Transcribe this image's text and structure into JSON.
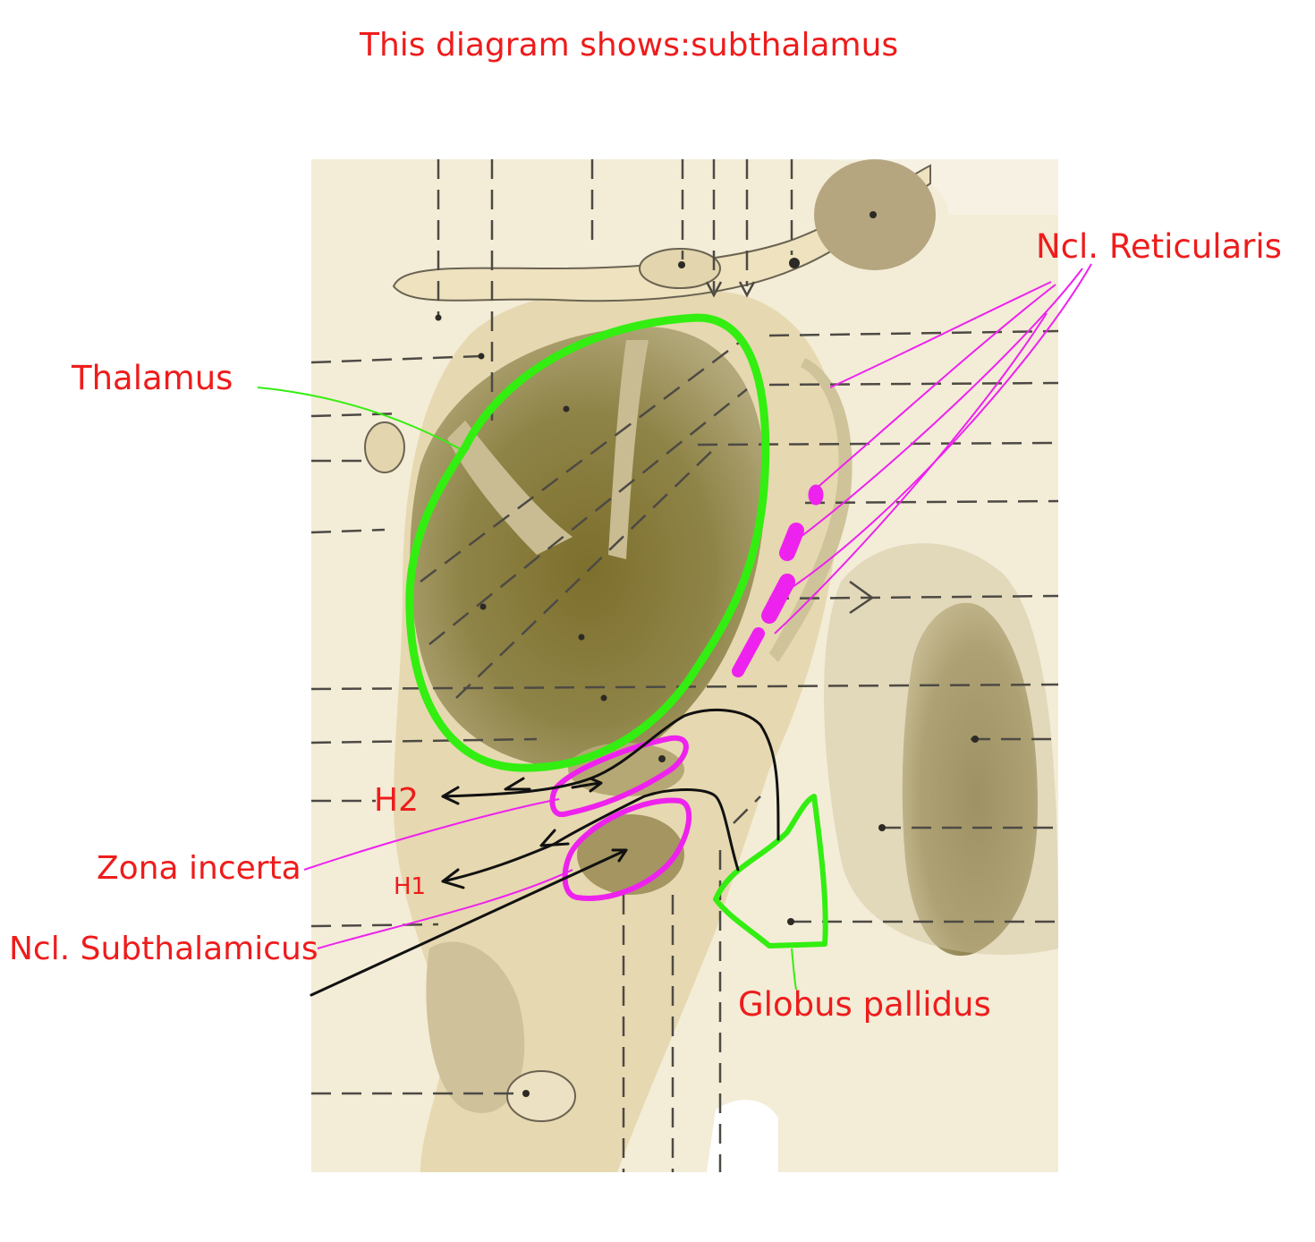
{
  "title": "This diagram shows:subthalamus",
  "labels": {
    "thalamus": "Thalamus",
    "reticularis": "Ncl. Reticularis",
    "h2": "H2",
    "h1": "H1",
    "zona_incerta": "Zona incerta",
    "subthalamicus": "Ncl. Subthalamicus",
    "globus_pallidus": "Globus pallidus"
  },
  "colors": {
    "label_text": "#ee1c1c",
    "thalamus_outline": "#33ee11",
    "globus_outline": "#33ee11",
    "subthalamic_outline": "#ee22ee",
    "reticularis_marks": "#ee22ee",
    "fiber_arrows": "#111111"
  }
}
